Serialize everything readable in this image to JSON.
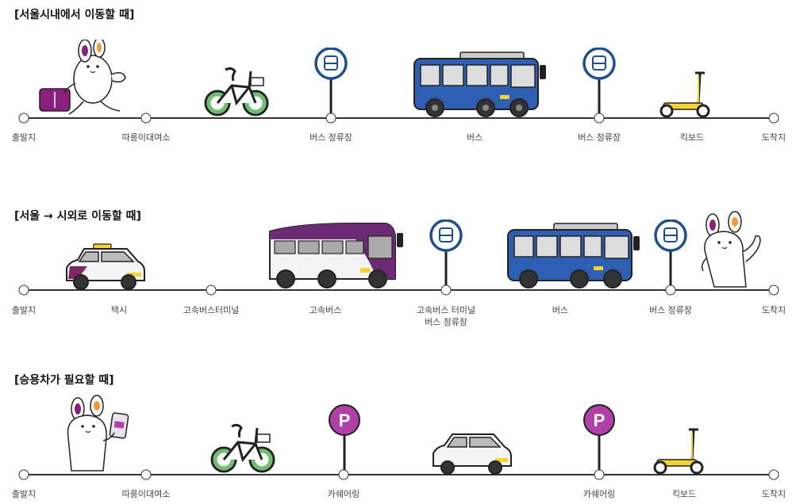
{
  "sections": [
    {
      "title": "[서울시내에서 이동할 때]",
      "stops": [
        {
          "label": "출발지",
          "icon": "rabbit-with-suitcase-icon"
        },
        {
          "label": "따릉이대여소",
          "icon": "bicycle-icon"
        },
        {
          "label": "버스 정류장",
          "icon": "bus-stop-sign-icon"
        },
        {
          "label": "버스",
          "icon": "blue-bus-icon"
        },
        {
          "label": "버스 정류장",
          "icon": "bus-stop-sign-icon"
        },
        {
          "label": "킥보드",
          "icon": "kickboard-icon"
        },
        {
          "label": "도착지",
          "icon": ""
        }
      ]
    },
    {
      "title": "[서울 → 시외로 이동할 때]",
      "stops": [
        {
          "label": "출발지",
          "icon": ""
        },
        {
          "label": "택시",
          "icon": "taxi-icon"
        },
        {
          "label": "고속버스터미널",
          "icon": ""
        },
        {
          "label": "고속버스",
          "icon": "express-bus-icon"
        },
        {
          "label": "고속버스 터미널",
          "label2": "버스 정류장",
          "icon": "bus-stop-sign-icon"
        },
        {
          "label": "버스",
          "icon": "blue-bus-icon"
        },
        {
          "label": "버스 정류장",
          "icon": "bus-stop-sign-icon"
        },
        {
          "label": "도착지",
          "icon": "rabbit-waving-icon"
        }
      ]
    },
    {
      "title": "[승용차가 필요할 때]",
      "stops": [
        {
          "label": "출발지",
          "icon": "rabbit-with-phone-icon"
        },
        {
          "label": "따릉이대여소",
          "icon": "bicycle-icon"
        },
        {
          "label": "카쉐어링",
          "icon": "parking-sign-icon"
        },
        {
          "label": "",
          "icon": "car-icon"
        },
        {
          "label": "카쉐어링",
          "icon": "parking-sign-icon"
        },
        {
          "label": "킥보드",
          "icon": "kickboard-icon"
        },
        {
          "label": "도착지",
          "icon": ""
        }
      ]
    }
  ],
  "colors": {
    "line": "#333333",
    "bus_blue": "#2f5fb3",
    "express_purple": "#6b2a73",
    "stop_sign_blue": "#1d4f8f",
    "parking_purple": "#b03fa8",
    "bike_green": "#6fbf73",
    "kick_yellow": "#f5d332",
    "suitcase_purple": "#8a1f7e"
  }
}
